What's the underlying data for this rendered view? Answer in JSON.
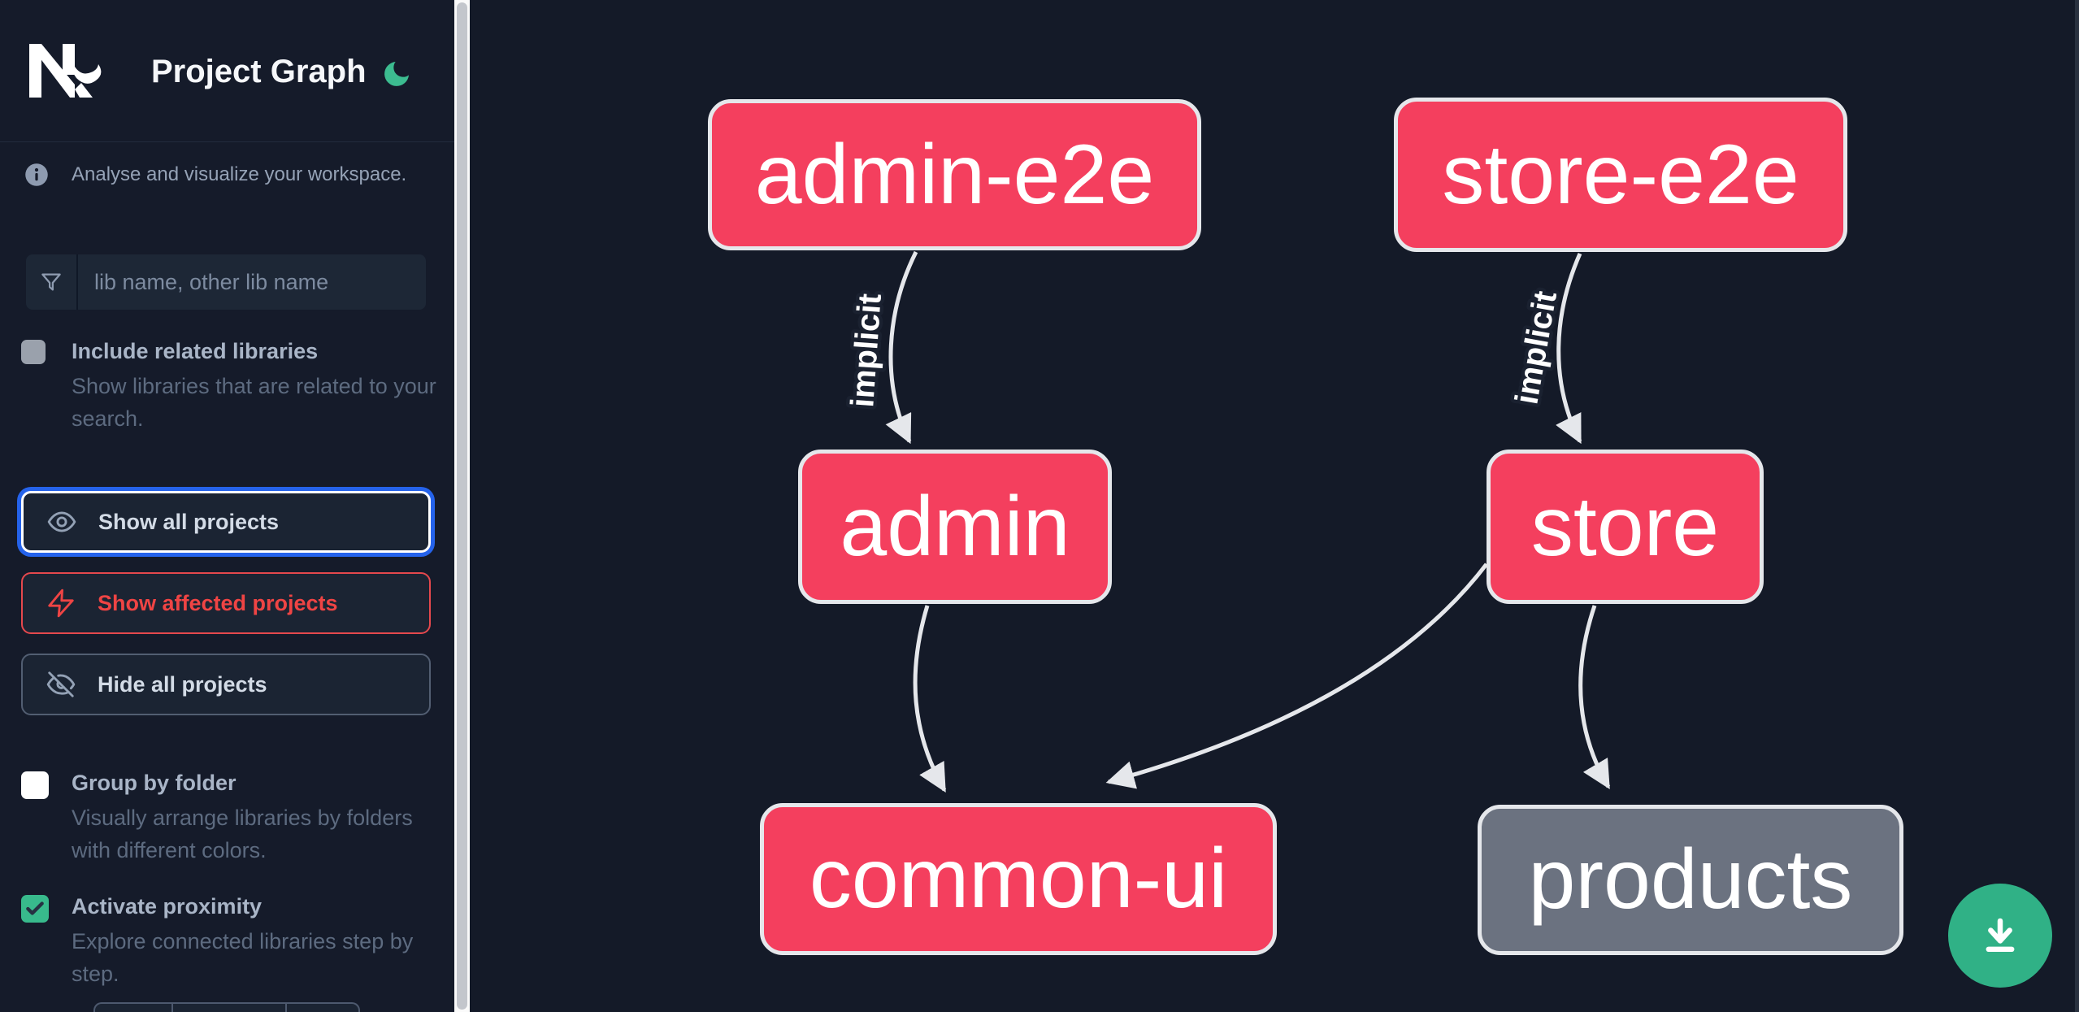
{
  "header": {
    "title": "Project Graph",
    "logo": "nx-logo",
    "theme_toggle_icon": "moon-icon"
  },
  "sidebar": {
    "tagline": "Analyse and visualize your workspace.",
    "search": {
      "placeholder": "lib name, other lib name",
      "icon": "filter-funnel-icon"
    },
    "toggles": [
      {
        "label": "Include related libraries",
        "description": "Show libraries that are related to your search.",
        "checked": false,
        "style": "gray"
      },
      {
        "label": "Group by folder",
        "description": "Visually arrange libraries by folders with different colors.",
        "checked": false,
        "style": "white"
      },
      {
        "label": "Activate proximity",
        "description": "Explore connected libraries step by step.",
        "checked": true,
        "style": "green"
      }
    ],
    "buttons": [
      {
        "label": "Show all projects",
        "icon": "eye-icon",
        "state": "focused"
      },
      {
        "label": "Show affected projects",
        "icon": "bolt-icon",
        "state": "affected"
      },
      {
        "label": "Hide all projects",
        "icon": "eye-off-icon",
        "state": "default"
      }
    ]
  },
  "graph": {
    "nodes": [
      {
        "label": "admin-e2e",
        "type": "affected"
      },
      {
        "label": "store-e2e",
        "type": "affected"
      },
      {
        "label": "admin",
        "type": "affected"
      },
      {
        "label": "store",
        "type": "affected"
      },
      {
        "label": "common-ui",
        "type": "affected"
      },
      {
        "label": "products",
        "type": "unaffected"
      }
    ],
    "edges": [
      {
        "from": "admin-e2e",
        "to": "admin",
        "label": "implicit"
      },
      {
        "from": "store-e2e",
        "to": "store",
        "label": "implicit"
      },
      {
        "from": "admin",
        "to": "common-ui",
        "label": ""
      },
      {
        "from": "store",
        "to": "common-ui",
        "label": ""
      },
      {
        "from": "store",
        "to": "products",
        "label": ""
      }
    ],
    "colors": {
      "affected": "#f43f5e",
      "unaffected": "#6b7280",
      "node_border": "#e5e7eb",
      "edge": "#e5e7eb",
      "background": "#141a28"
    }
  },
  "accents": {
    "green": "#30b186",
    "red": "#e5484d",
    "focus_blue": "#2563eb"
  },
  "fab": {
    "icon": "download-icon"
  }
}
